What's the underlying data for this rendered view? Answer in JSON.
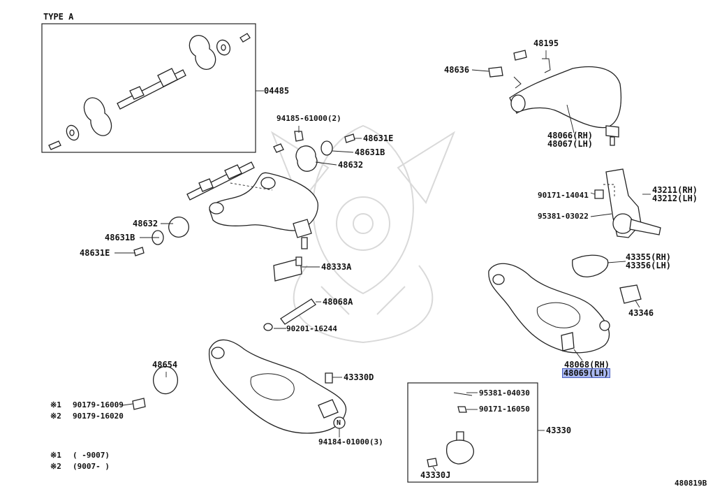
{
  "diagram": {
    "type_label": "TYPE A",
    "ref_number": "480819B",
    "labels": {
      "p04485": "04485",
      "p94185": "94185-61000(2)",
      "p48631E_top": "48631E",
      "p48631B_top": "48631B",
      "p48632_top": "48632",
      "p48632_left": "48632",
      "p48631B_left": "48631B",
      "p48631E_left": "48631E",
      "p48333A": "48333A",
      "p48068A": "48068A",
      "p90201": "90201-16244",
      "p48654": "48654",
      "p90179_a": "90179-16009",
      "p90179_b": "90179-16020",
      "p43330D": "43330D",
      "p94184": "94184-01000(3)",
      "p48195": "48195",
      "p48636": "48636",
      "p48066": "48066(RH)",
      "p48067": "48067(LH)",
      "p90171_top": "90171-14041",
      "p95381_top": "95381-03022",
      "p43211": "43211(RH)",
      "p43212": "43212(LH)",
      "p43355": "43355(RH)",
      "p43356": "43356(LH)",
      "p43346": "43346",
      "p48068": "48068(RH)",
      "p48069": "48069(LH)",
      "p95381_bot": "95381-04030",
      "p90171_bot": "90171-16050",
      "p43330": "43330",
      "p43330J": "43330J"
    },
    "notes": {
      "mark1": "※1",
      "mark2": "※2",
      "note1_range": "(     -9007)",
      "note2_range": "(9007-     )"
    },
    "badge_letter": "N"
  }
}
